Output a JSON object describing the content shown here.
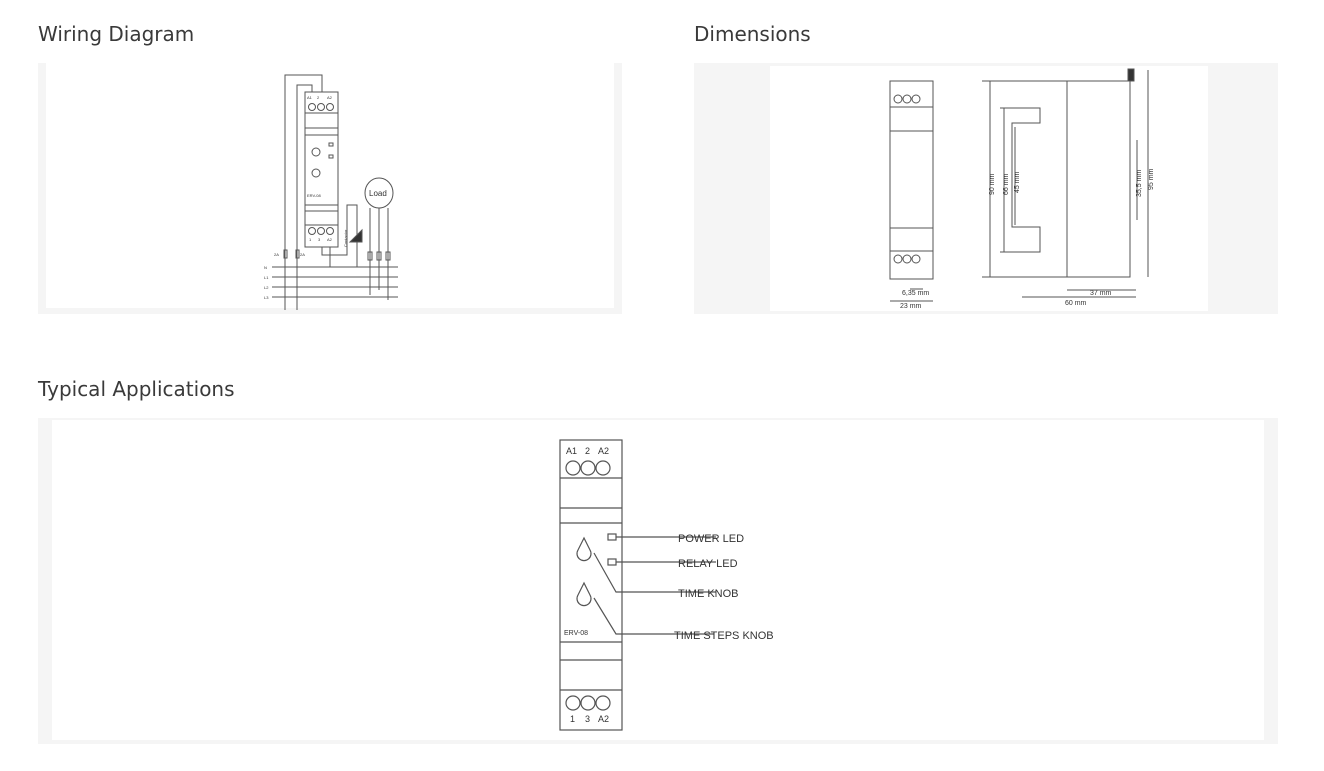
{
  "sections": {
    "wiring": "Wiring Diagram",
    "dimensions": "Dimensions",
    "applications": "Typical Applications"
  },
  "wiring": {
    "terminals_top": [
      "A1",
      "2",
      "A2"
    ],
    "terminals_bottom": [
      "1",
      "3",
      "A2"
    ],
    "model": "ERV-08",
    "load": "Load",
    "contactor": "Contactor",
    "fuse1": "2A",
    "fuse2": "2A",
    "lines": [
      "N",
      "L1",
      "L2",
      "L3"
    ]
  },
  "dims": {
    "d90": "90 mm",
    "d66": "66 mm",
    "d45": "45 mm",
    "d355": "35,5 mm",
    "d95": "95 mm",
    "d635": "6,35 mm",
    "d23": "23 mm",
    "d37": "37 mm",
    "d60": "60 mm"
  },
  "app": {
    "terminals_top": [
      "A1",
      "2",
      "A2"
    ],
    "terminals_bottom": [
      "1",
      "3",
      "A2"
    ],
    "model": "ERV-08",
    "labels": [
      "POWER LED",
      "RELAY LED",
      "TIME KNOB",
      "TIME STEPS KNOB"
    ]
  }
}
